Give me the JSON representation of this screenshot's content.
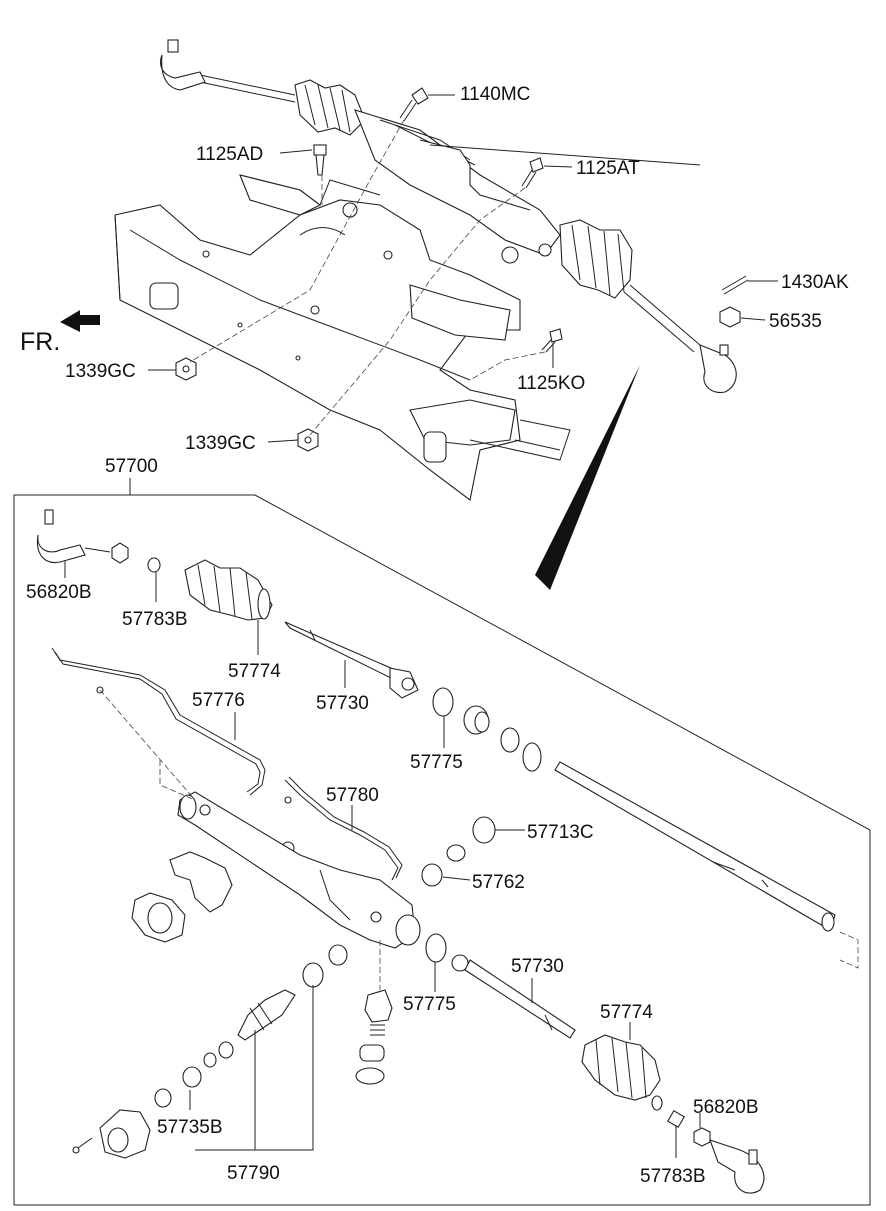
{
  "direction_label": "FR.",
  "labels": {
    "l1140MC": "1140MC",
    "l1125AD": "1125AD",
    "l1125AT": "1125AT",
    "l1430AK": "1430AK",
    "l56535": "56535",
    "l1339GC_a": "1339GC",
    "l1125KO": "1125KO",
    "l1339GC_b": "1339GC",
    "l57700": "57700",
    "l56820B_a": "56820B",
    "l57783B_a": "57783B",
    "l57774_a": "57774",
    "l57730_a": "57730",
    "l57776": "57776",
    "l57775_a": "57775",
    "l57713C": "57713C",
    "l57780": "57780",
    "l57762": "57762",
    "l57730_b": "57730",
    "l57775_b": "57775",
    "l57774_b": "57774",
    "l56820B_b": "56820B",
    "l57735B": "57735B",
    "l57783B_b": "57783B",
    "l57790": "57790"
  }
}
